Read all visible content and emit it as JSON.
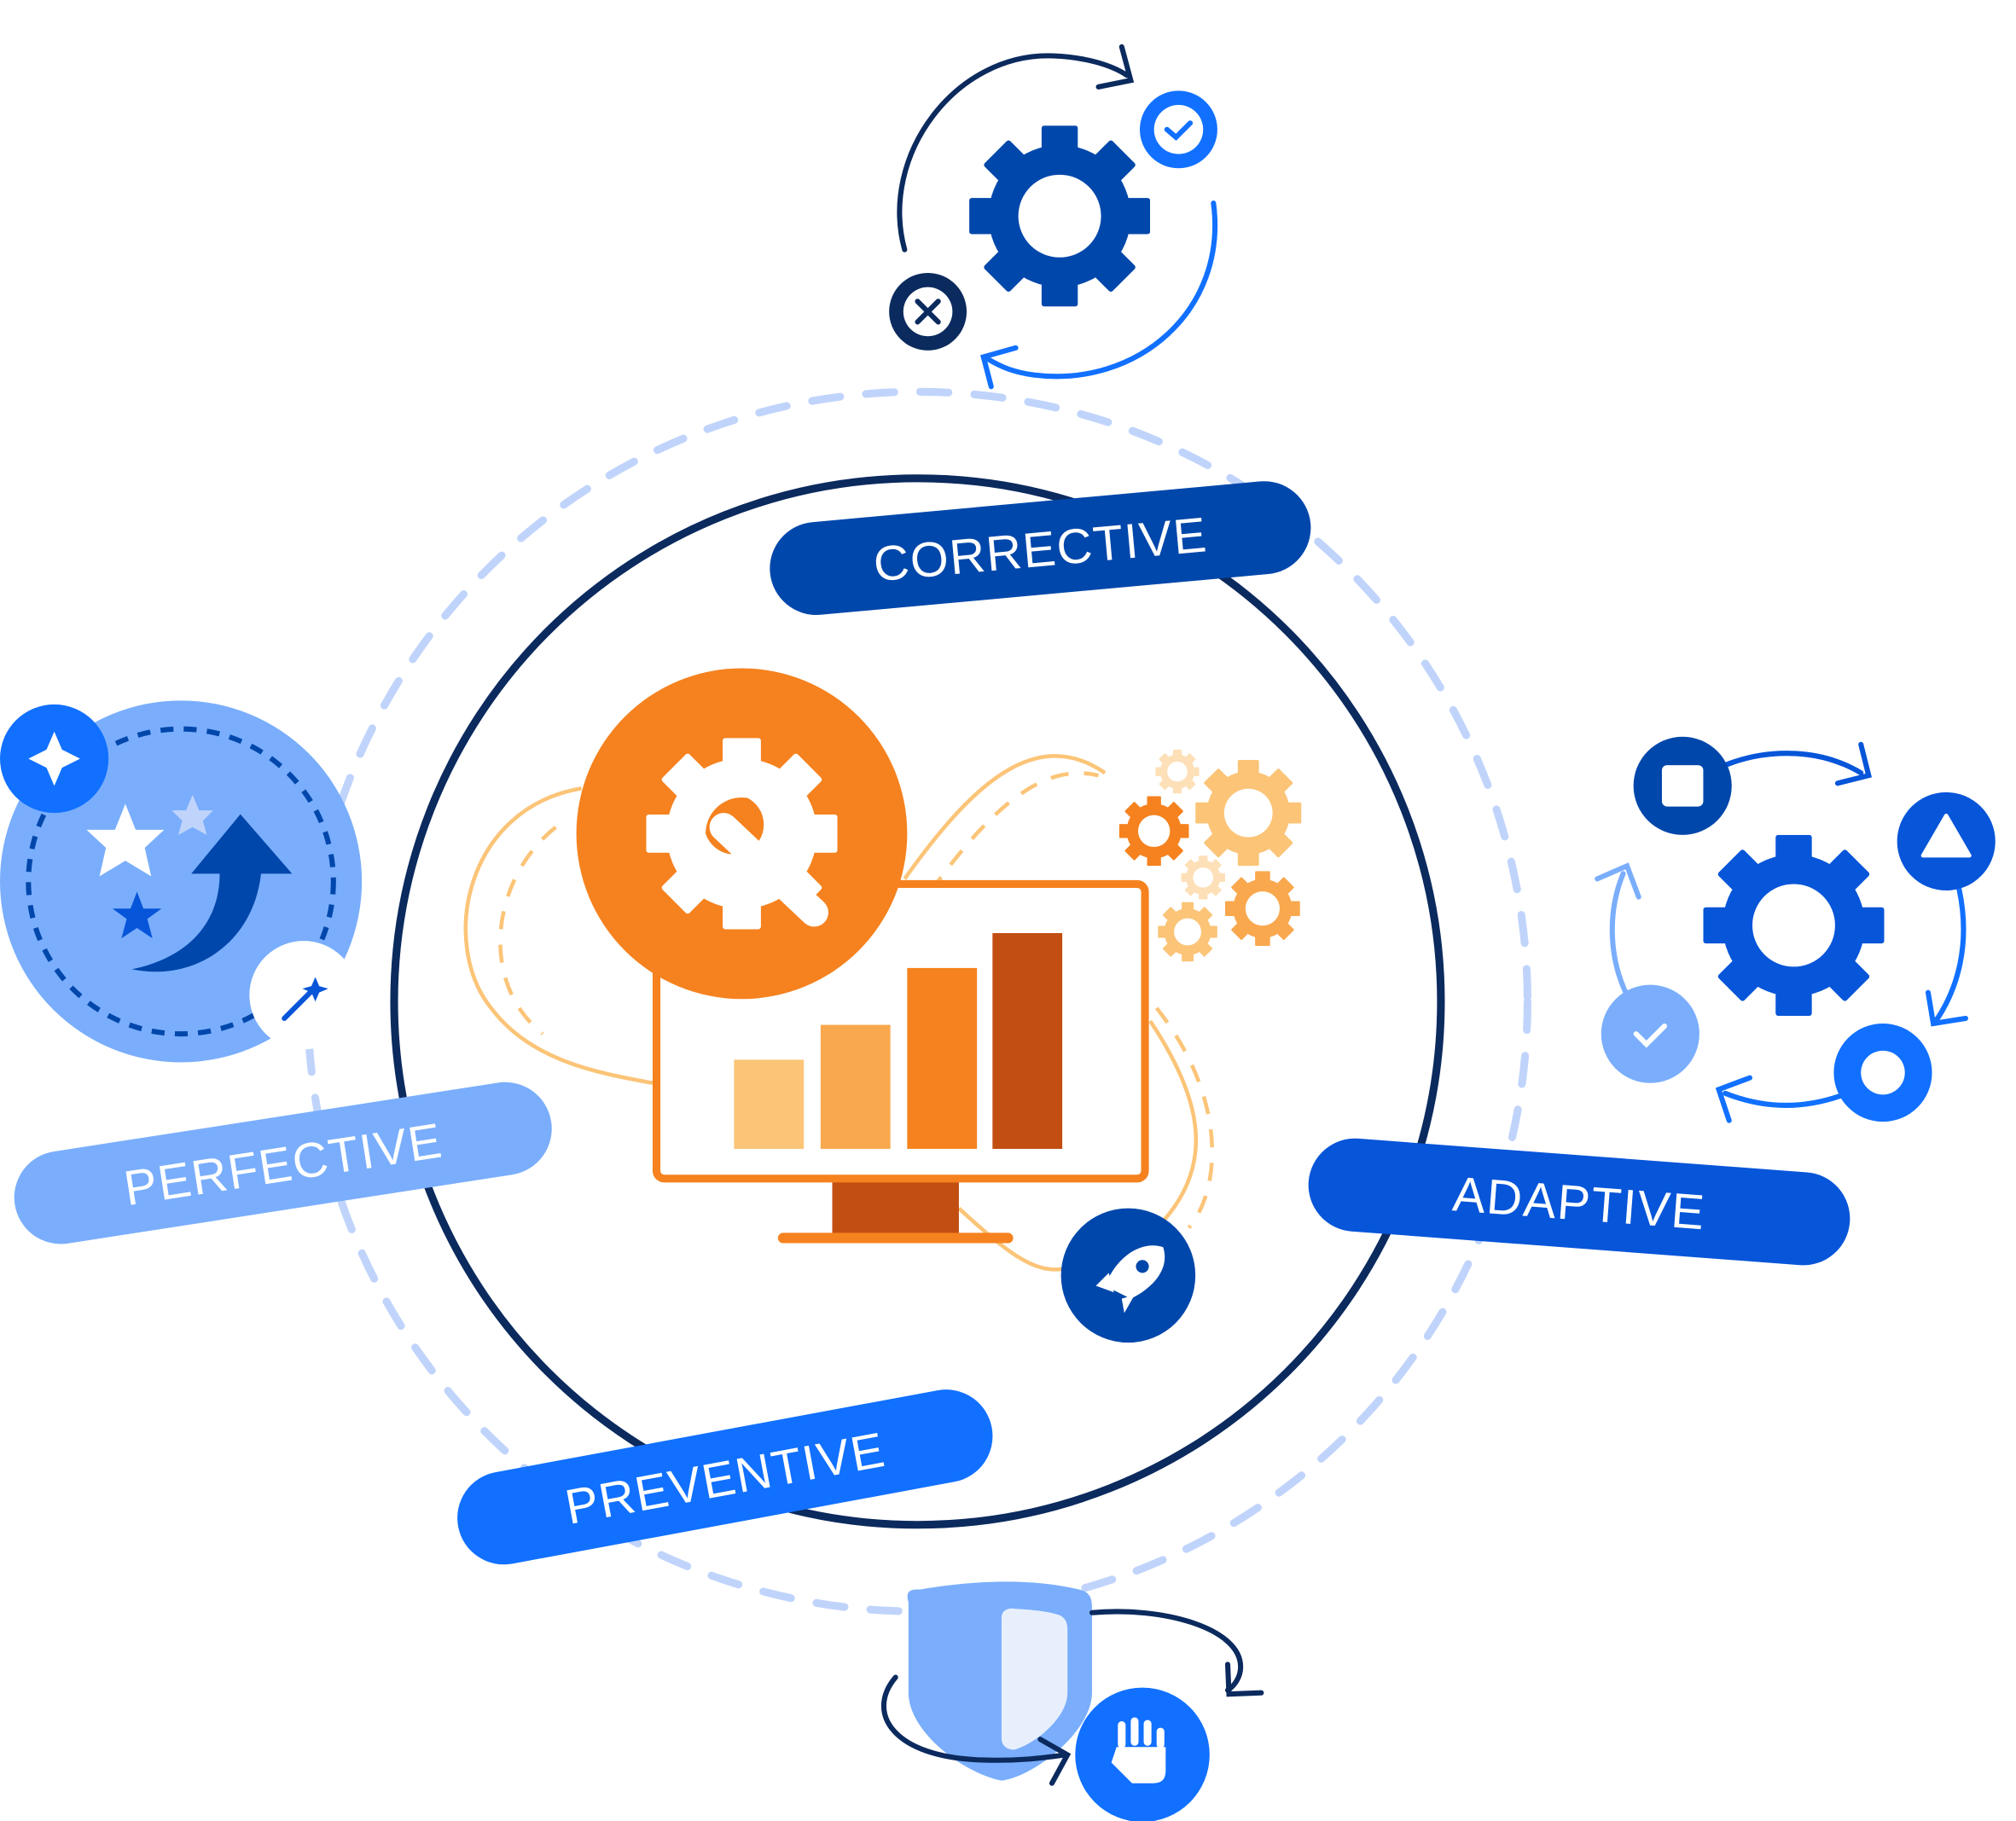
{
  "labels": {
    "corrective": "CORRECTIVE",
    "perfective": "PERFECTIVE",
    "preventive": "PREVENTIVE",
    "adaptive": "ADAPTIVE"
  },
  "colors": {
    "navy": "#0b2a5e",
    "corrective": "#0047ab",
    "perfective": "#7aaefc",
    "preventive": "#1170ff",
    "adaptive": "#0755d9",
    "orange": "#f5821f",
    "dark_orange": "#c24e12",
    "dashed_ring": "#c0d4fb"
  }
}
